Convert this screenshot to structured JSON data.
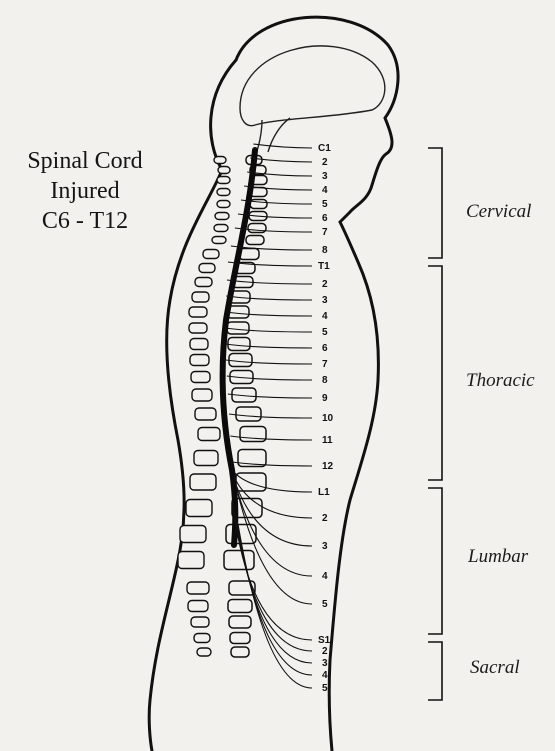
{
  "injury_label": [
    "Spinal Cord",
    "Injured",
    "C6 - T12"
  ],
  "regions": {
    "cervical": "Cervical",
    "thoracic": "Thoracic",
    "lumbar": "Lumbar",
    "sacral": "Sacral"
  },
  "vertebra_labels": {
    "cervical": [
      "C1",
      "2",
      "3",
      "4",
      "5",
      "6",
      "7",
      "8"
    ],
    "thoracic": [
      "T1",
      "2",
      "3",
      "4",
      "5",
      "6",
      "7",
      "8",
      "9",
      "10",
      "11",
      "12"
    ],
    "lumbar": [
      "L1",
      "2",
      "3",
      "4",
      "5"
    ],
    "sacral": [
      "S1",
      "2",
      "3",
      "4",
      "5"
    ]
  },
  "injured_range": {
    "from": "C6",
    "to": "T12"
  },
  "colors": {
    "ink": "#111111",
    "paper": "#f2f1ee",
    "bleed": "#c9c8c4"
  }
}
